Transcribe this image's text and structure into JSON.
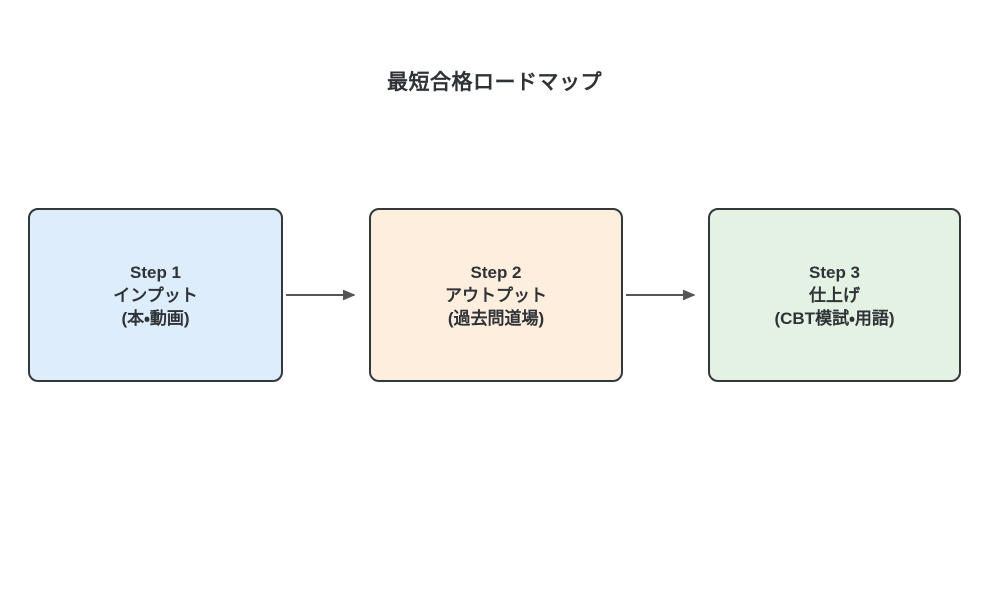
{
  "diagram": {
    "title": "最短合格ロードマップ",
    "background_color": "#ffffff",
    "text_color": "#2f3337",
    "border_color": "#33383d",
    "arrow_color": "#555555",
    "type": "flowchart",
    "direction": "left-to-right",
    "nodes": [
      {
        "id": "step-1",
        "lines": [
          "Step 1",
          "インプット",
          "(本・動画)"
        ],
        "line1": "Step 1",
        "line2": "インプット",
        "line3": "(本・動画)",
        "fill_color": "#deedfb"
      },
      {
        "id": "step-2",
        "lines": [
          "Step 2",
          "アウトプット",
          "(過去問道場)"
        ],
        "line1": "Step 2",
        "line2": "アウトプット",
        "line3": "(過去問道場)",
        "fill_color": "#fdeedd"
      },
      {
        "id": "step-3",
        "lines": [
          "Step 3",
          "仕上げ",
          "(CBT模試・用語)"
        ],
        "line1": "Step 3",
        "line2": "仕上げ",
        "line3": "(CBT模試・用語)",
        "fill_color": "#e3f2e3"
      }
    ],
    "connectors": [
      {
        "id": "arrow-1",
        "from": "step-1",
        "to": "step-2",
        "style": "solid-arrow"
      },
      {
        "id": "arrow-2",
        "from": "step-2",
        "to": "step-3",
        "style": "solid-arrow"
      }
    ]
  }
}
